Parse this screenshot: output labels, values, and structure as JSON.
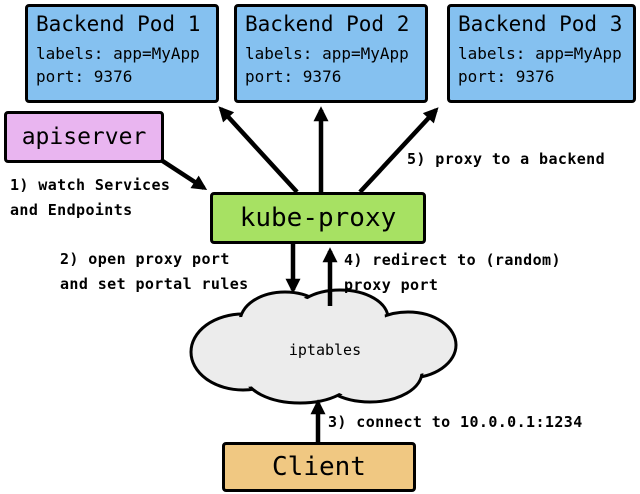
{
  "pods": [
    {
      "title": "Backend Pod 1",
      "labels_line": "labels: app=MyApp",
      "port_line": "port: 9376"
    },
    {
      "title": "Backend Pod 2",
      "labels_line": "labels: app=MyApp",
      "port_line": "port: 9376"
    },
    {
      "title": "Backend Pod 3",
      "labels_line": "labels: app=MyApp",
      "port_line": "port: 9376"
    }
  ],
  "nodes": {
    "apiserver": "apiserver",
    "kube_proxy": "kube-proxy",
    "iptables": "iptables",
    "client": "Client"
  },
  "annotations": {
    "step1": "1) watch Services\nand Endpoints",
    "step2": "2) open proxy port\nand set portal rules",
    "step3": "3) connect to 10.0.0.1:1234",
    "step4": "4) redirect to (random)\nproxy port",
    "step5": "5) proxy to a backend"
  },
  "colors": {
    "pod_fill": "#85c1f0",
    "apiserver_fill": "#e9b5f0",
    "kube_proxy_fill": "#a7e163",
    "client_fill": "#f0c882",
    "cloud_fill": "#ececec",
    "border": "#000000"
  }
}
